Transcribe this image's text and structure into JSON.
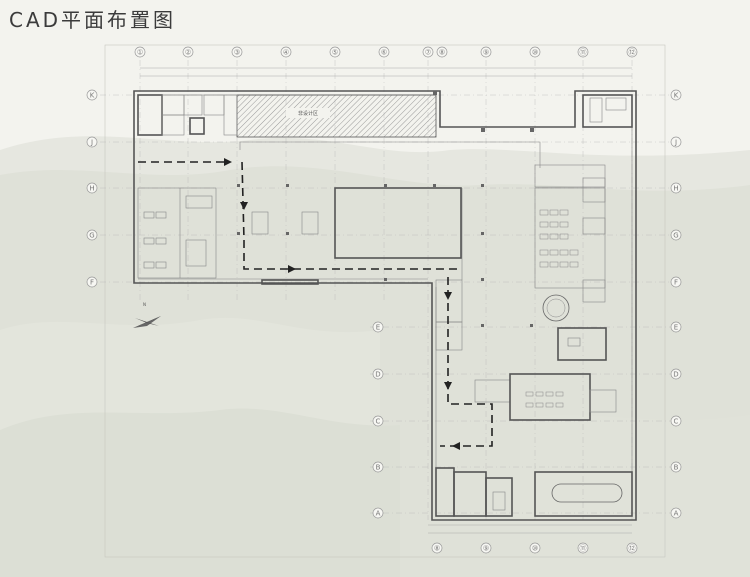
{
  "title": "CAD平面布置图",
  "icons": {
    "compass": "north-arrow-icon"
  },
  "colors": {
    "background": "#f3f3ee",
    "mountain": "#d9dcd2",
    "wall": "#555555",
    "route": "#222222",
    "hatch": "#9a9a9a"
  },
  "axes": {
    "top": [
      "①",
      "②",
      "③",
      "④",
      "⑤",
      "⑥",
      "⑦",
      "⑧",
      "⑨",
      "⑩",
      "⑪",
      "⑫"
    ],
    "left": [
      "K",
      "J",
      "H",
      "G",
      "F"
    ],
    "right": [
      "K",
      "J",
      "H",
      "G",
      "F",
      "E",
      "D",
      "C",
      "B",
      "A"
    ],
    "bottom": [
      "⑧",
      "⑨",
      "⑩",
      "⑪",
      "⑫"
    ]
  },
  "rooms": {
    "design_zone": "非设计区"
  }
}
